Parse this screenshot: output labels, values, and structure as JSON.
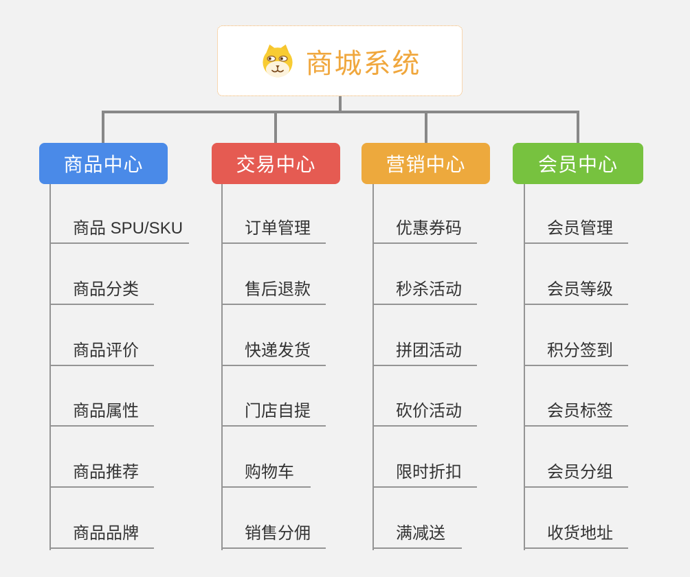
{
  "root": {
    "title": "商城系统",
    "icon": "doge-icon"
  },
  "branches": [
    {
      "label": "商品中心",
      "color": "#4A8AE8",
      "children": [
        "商品 SPU/SKU",
        "商品分类",
        "商品评价",
        "商品属性",
        "商品推荐",
        "商品品牌"
      ]
    },
    {
      "label": "交易中心",
      "color": "#E55B52",
      "children": [
        "订单管理",
        "售后退款",
        "快递发货",
        "门店自提",
        "购物车",
        "销售分佣"
      ]
    },
    {
      "label": "营销中心",
      "color": "#EDA93D",
      "children": [
        "优惠券码",
        "秒杀活动",
        "拼团活动",
        "砍价活动",
        "限时折扣",
        "满减送"
      ]
    },
    {
      "label": "会员中心",
      "color": "#77C23F",
      "children": [
        "会员管理",
        "会员等级",
        "积分签到",
        "会员标签",
        "会员分组",
        "收货地址"
      ]
    }
  ],
  "colors": {
    "background": "#F2F2F2",
    "title": "#F0A73D",
    "root_border": "#F0AD5C",
    "connector_thick": "#888888",
    "connector_thin": "#949494",
    "leaf_text": "#333333"
  }
}
